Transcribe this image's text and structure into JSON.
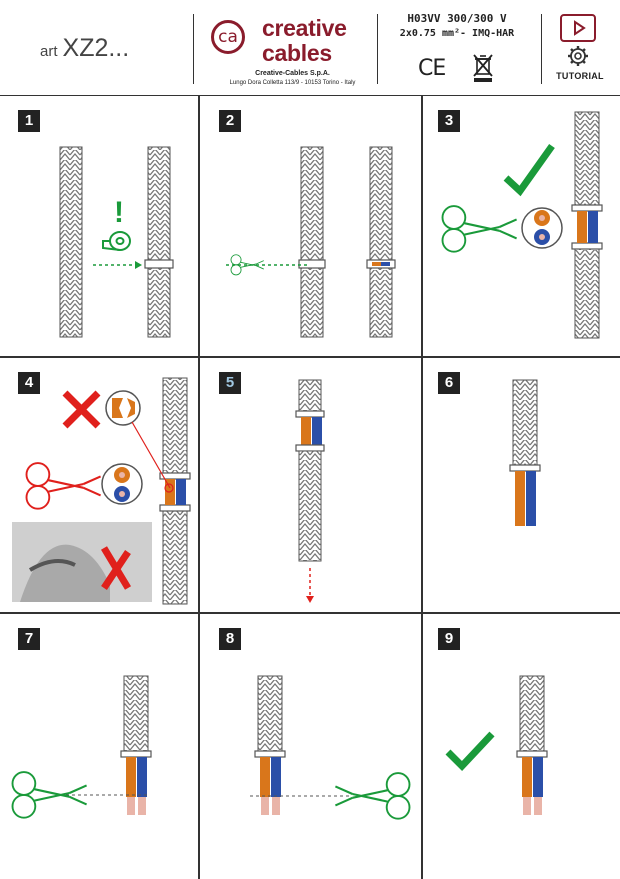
{
  "header": {
    "art_prefix": "art",
    "art_code": "XZ2...",
    "logo_mark": "ca",
    "logo_word_top": "creative",
    "logo_word_bottom": "cables",
    "company": "Creative-Cables S.p.A.",
    "address": "Lungo Dora Colletta 113/9 - 10153 Torino - Italy",
    "spec_line1": "H03VV 300/300 V",
    "spec_line2": "2x0.75 mm²- IMQ-HAR",
    "ce_mark": "CE",
    "weee_icon": "crossed-bin-icon",
    "tutorial_icon": "tutorial-play-gear-icon",
    "tutorial_label": "TUTORIAL"
  },
  "steps": [
    {
      "number": "1"
    },
    {
      "number": "2"
    },
    {
      "number": "3"
    },
    {
      "number": "4"
    },
    {
      "number": "5"
    },
    {
      "number": "6"
    },
    {
      "number": "7"
    },
    {
      "number": "8"
    },
    {
      "number": "9"
    }
  ],
  "colors": {
    "brand": "#8a1c2c",
    "ok_green": "#1a9a3a",
    "wrong_red": "#e0201c",
    "wire_orange": "#d9761b",
    "wire_blue": "#2b4fa8",
    "copper": "#e9b4a8"
  }
}
